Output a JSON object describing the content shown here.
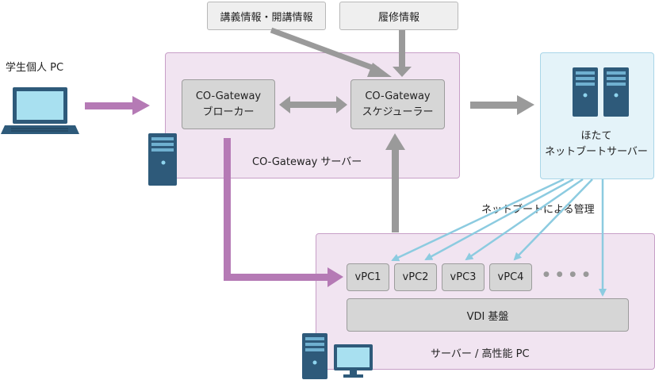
{
  "top_boxes": {
    "lecture_info": "講義情報・開講情報",
    "enrollment_info": "履修情報"
  },
  "student_pc": {
    "label": "学生個人 PC"
  },
  "gateway_server": {
    "label": "CO-Gateway サーバー",
    "broker": {
      "line1": "CO-Gateway",
      "line2": "ブローカー"
    },
    "scheduler": {
      "line1": "CO-Gateway",
      "line2": "スケジューラー"
    }
  },
  "netboot_server": {
    "line1": "ほたて",
    "line2": "ネットブートサーバー"
  },
  "netboot_management": "ネットブートによる管理",
  "compute_server": {
    "label": "サーバー / 高性能 PC",
    "vpcs": [
      "vPC1",
      "vPC2",
      "vPC3",
      "vPC4"
    ],
    "ellipsis": "● ● ● ●",
    "vdi": "VDI 基盤"
  },
  "colors": {
    "purple_arrow": "#b57ab5",
    "gray_arrow": "#9a9a9a",
    "blue_arrow": "#8ccbe0",
    "server_blue": "#2e5a7a"
  }
}
